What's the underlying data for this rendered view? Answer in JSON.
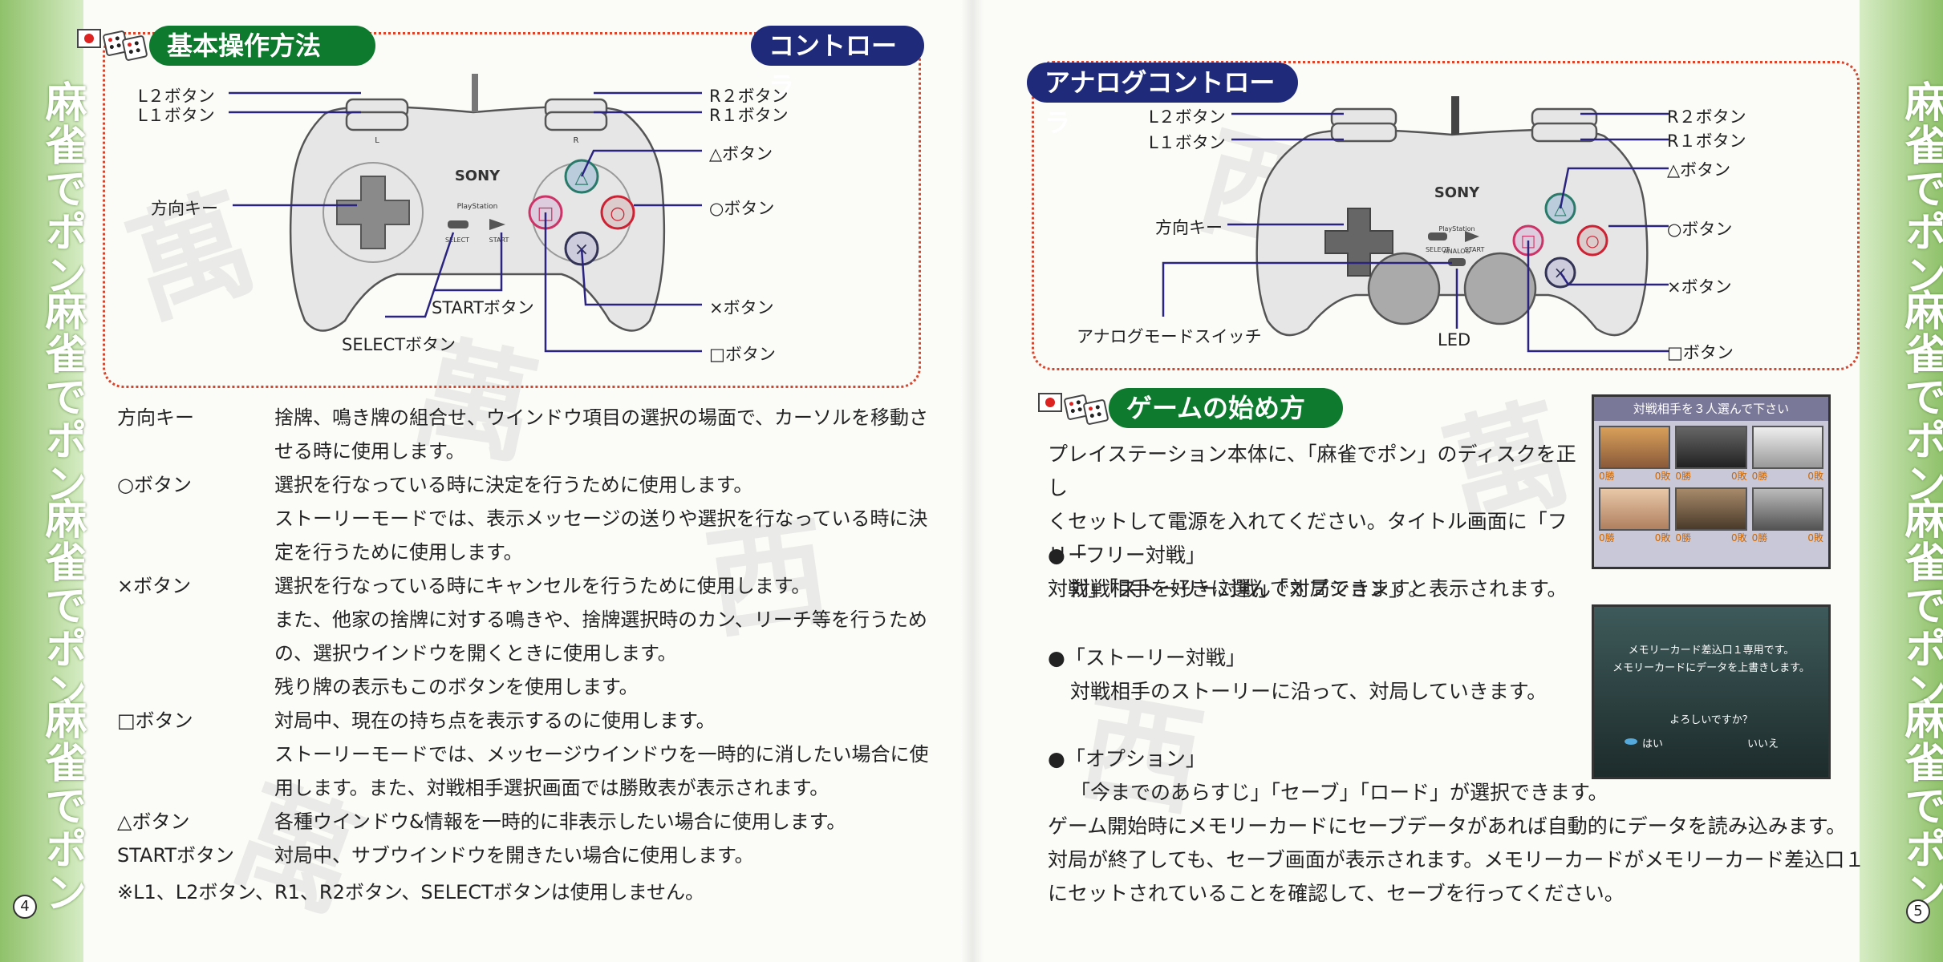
{
  "side_band": {
    "text": "麻雀でポン"
  },
  "page_numbers": {
    "left": "4",
    "right": "5"
  },
  "left_page": {
    "section_title": "基本操作方法",
    "controller_title": "コントローラ",
    "controller_brand": "SONY",
    "controller_logo_text": "PlayStation",
    "controller_labels": {
      "l2": "L２ボタン",
      "l1": "L１ボタン",
      "dpad": "方向キー",
      "r2": "R２ボタン",
      "r1": "R１ボタン",
      "triangle": "△ボタン",
      "circle": "○ボタン",
      "start": "STARTボタン",
      "cross": "×ボタン",
      "select": "SELECTボタン",
      "square": "□ボタン",
      "select_small": "SELECT",
      "start_small": "START",
      "l_small": "L",
      "r_small": "R"
    },
    "descriptions": [
      {
        "key": "方向キー",
        "lines": [
          "捨牌、鳴き牌の組合せ、ウインドウ項目の選択の場面で、カーソルを移動さ",
          "せる時に使用します。"
        ]
      },
      {
        "key": "○ボタン",
        "lines": [
          "選択を行なっている時に決定を行うために使用します。",
          "ストーリーモードでは、表示メッセージの送りや選択を行なっている時に決",
          "定を行うために使用します。"
        ]
      },
      {
        "key": "×ボタン",
        "lines": [
          "選択を行なっている時にキャンセルを行うために使用します。",
          "また、他家の捨牌に対する鳴きや、捨牌選択時のカン、リーチ等を行うため",
          "の、選択ウインドウを開くときに使用します。",
          "残り牌の表示もこのボタンを使用します。"
        ]
      },
      {
        "key": "□ボタン",
        "lines": [
          "対局中、現在の持ち点を表示するのに使用します。",
          "ストーリーモードでは、メッセージウインドウを一時的に消したい場合に使",
          "用します。また、対戦相手選択画面では勝敗表が表示されます。"
        ]
      },
      {
        "key": "△ボタン",
        "lines": [
          "各種ウインドウ&情報を一時的に非表示したい場合に使用します。"
        ]
      },
      {
        "key": "STARTボタン",
        "lines": [
          "対局中、サブウインドウを開きたい場合に使用します。"
        ]
      }
    ],
    "footnote": "※L1、L2ボタン、R1、R2ボタン、SELECTボタンは使用しません。"
  },
  "right_page": {
    "analog_title": "アナログコントローラ",
    "analog_labels": {
      "l2": "L２ボタン",
      "l1": "L１ボタン",
      "dpad": "方向キー",
      "mode_switch": "アナログモードスイッチ",
      "led": "LED",
      "r2": "R２ボタン",
      "r1": "R１ボタン",
      "triangle": "△ボタン",
      "circle": "○ボタン",
      "cross": "×ボタン",
      "square": "□ボタン",
      "analog_small": "ANALOG",
      "select_small": "SELECT",
      "start_small": "START"
    },
    "section_title": "ゲームの始め方",
    "intro_lines": [
      "プレイステーション本体に、「麻雀でポン」のディスクを正し",
      "くセットして電源を入れてください。タイトル画面に「フリー",
      "対戦」「ストーリー対戦」「オプション」と表示されます。"
    ],
    "modes": [
      {
        "title": "●「フリー対戦」",
        "desc": "対戦相手を好きに選んで対局できます。"
      },
      {
        "title": "●「ストーリー対戦」",
        "desc": "対戦相手のストーリーに沿って、対局していきます。"
      },
      {
        "title": "●「オプション」",
        "desc": "「今までのあらすじ」「セーブ」「ロード」が選択できます。"
      }
    ],
    "closing_lines": [
      "ゲーム開始時にメモリーカードにセーブデータがあれば自動的にデータを読み込みます。",
      "対局が終了しても、セーブ画面が表示されます。メモリーカードがメモリーカード差込口１",
      "にセットされていることを確認して、セーブを行ってください。"
    ],
    "screenshot1": {
      "header": "対戦相手を３人選んで下さい",
      "cells": [
        {
          "w": "0勝",
          "l": "0敗"
        },
        {
          "w": "0勝",
          "l": "0敗"
        },
        {
          "w": "0勝",
          "l": "0敗"
        },
        {
          "w": "0勝",
          "l": "0敗"
        },
        {
          "w": "0勝",
          "l": "0敗"
        },
        {
          "w": "0勝",
          "l": "0敗"
        }
      ]
    },
    "screenshot2": {
      "line1": "メモリーカード差込口１専用です。",
      "line2": "メモリーカードにデータを上書きします。",
      "question": "よろしいですか？",
      "yes": "はい",
      "no": "いいえ"
    }
  }
}
